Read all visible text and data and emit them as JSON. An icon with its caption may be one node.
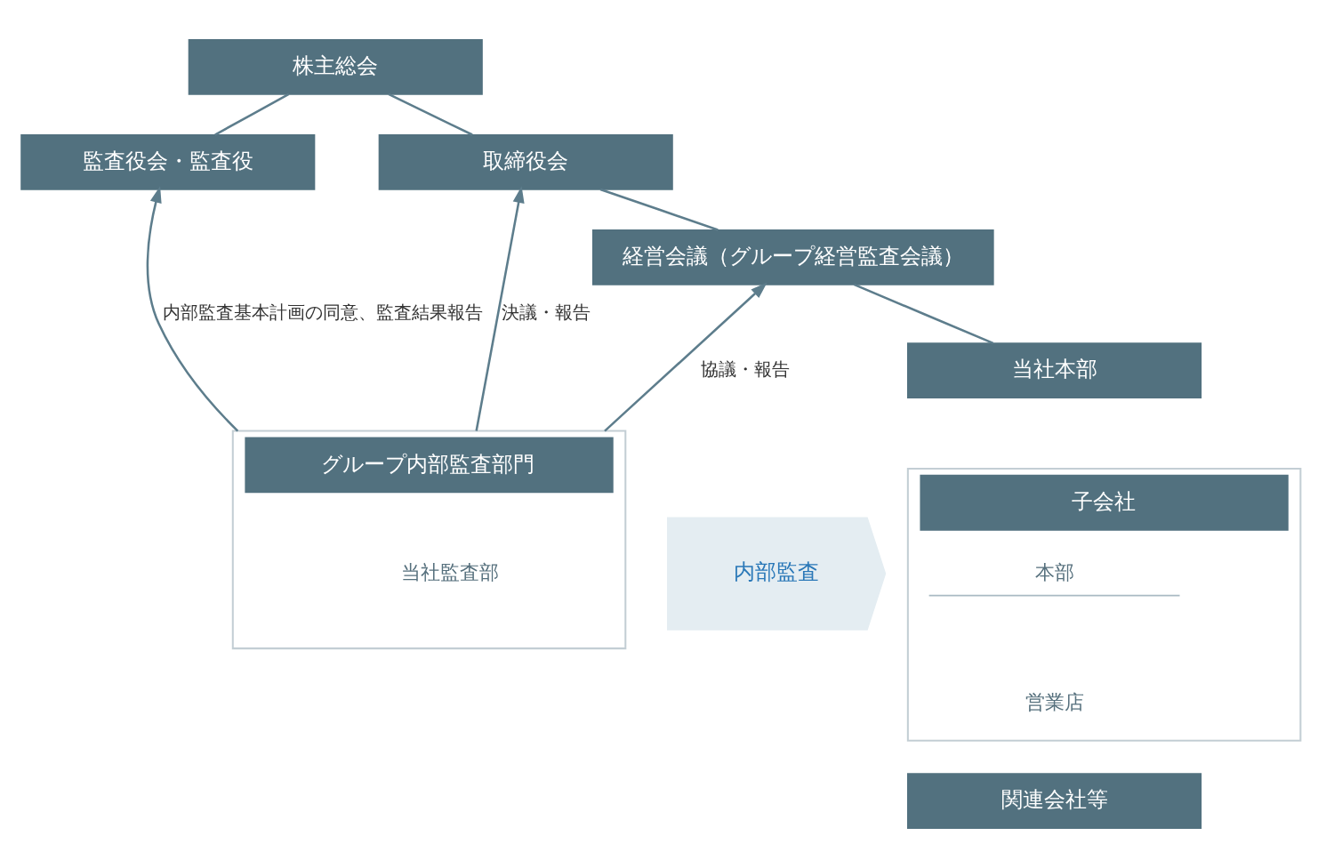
{
  "diagram": {
    "nodes": [
      {
        "text": [
          "株主総会"
        ]
      },
      {
        "text": [
          "監査役会・監査役"
        ]
      },
      {
        "text": [
          "取締役会"
        ]
      },
      {
        "text": [
          "経営会議（グループ経営監査会議）"
        ]
      },
      {
        "text": [
          "グループ内部監査部門"
        ]
      },
      {
        "text": [
          "当社監査部"
        ],
        "in": 4
      },
      {
        "text": [
          "内部監査"
        ]
      },
      {
        "text": [
          "当社本部"
        ]
      },
      {
        "text": [
          "子会社"
        ]
      },
      {
        "text": [
          "本部"
        ],
        "in": 8
      },
      {
        "text": [
          "営業店"
        ],
        "in": 8
      },
      {
        "text": [
          "関連会社等"
        ]
      }
    ],
    "edges": [
      {
        "from": 1,
        "to": 0,
        "arrow": "none"
      },
      {
        "from": 2,
        "to": 0,
        "arrow": "none"
      },
      {
        "from": 3,
        "to": 2,
        "arrow": "none"
      },
      {
        "from": 7,
        "to": 3,
        "arrow": "none"
      },
      {
        "from": 4,
        "to": 1,
        "arrow": "to",
        "label": "内部監査基本計画の同意、監査結果報告"
      },
      {
        "from": 4,
        "to": 2,
        "arrow": "to",
        "label": "決議・報告"
      },
      {
        "from": 4,
        "to": 3,
        "arrow": "to",
        "label": "協議・報告"
      }
    ]
  }
}
